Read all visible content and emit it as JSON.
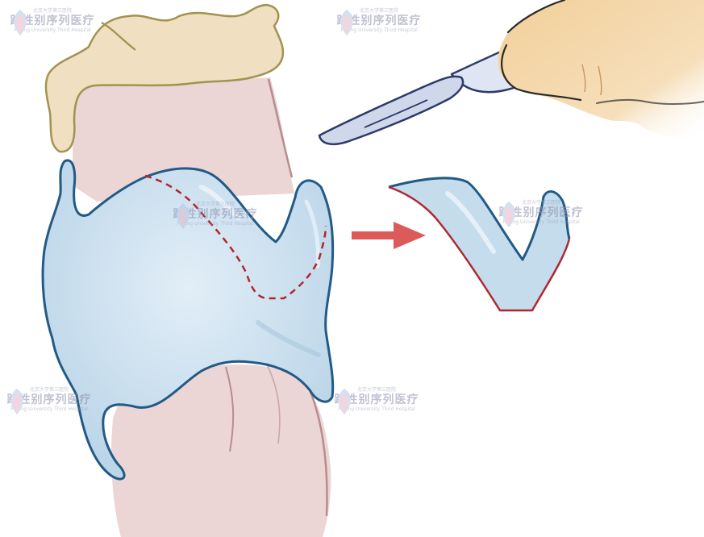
{
  "watermark": {
    "brand": "跨性别序列医疗",
    "top_small": "北京大学第三医院",
    "bottom_small": "Peking University Third Hospital"
  },
  "colors": {
    "cartilage_fill": "#c4dcec",
    "cartilage_outline": "#225a86",
    "tissue_pink": "#ecd5d5",
    "tissue_outline": "#b88d8d",
    "fat_fill": "#f0dfc0",
    "fat_outline": "#a19350",
    "incision_red": "#b0272f",
    "arrow": "#dc5a5a",
    "skin": "#f2cf99",
    "blade": "#cfd8ea"
  }
}
